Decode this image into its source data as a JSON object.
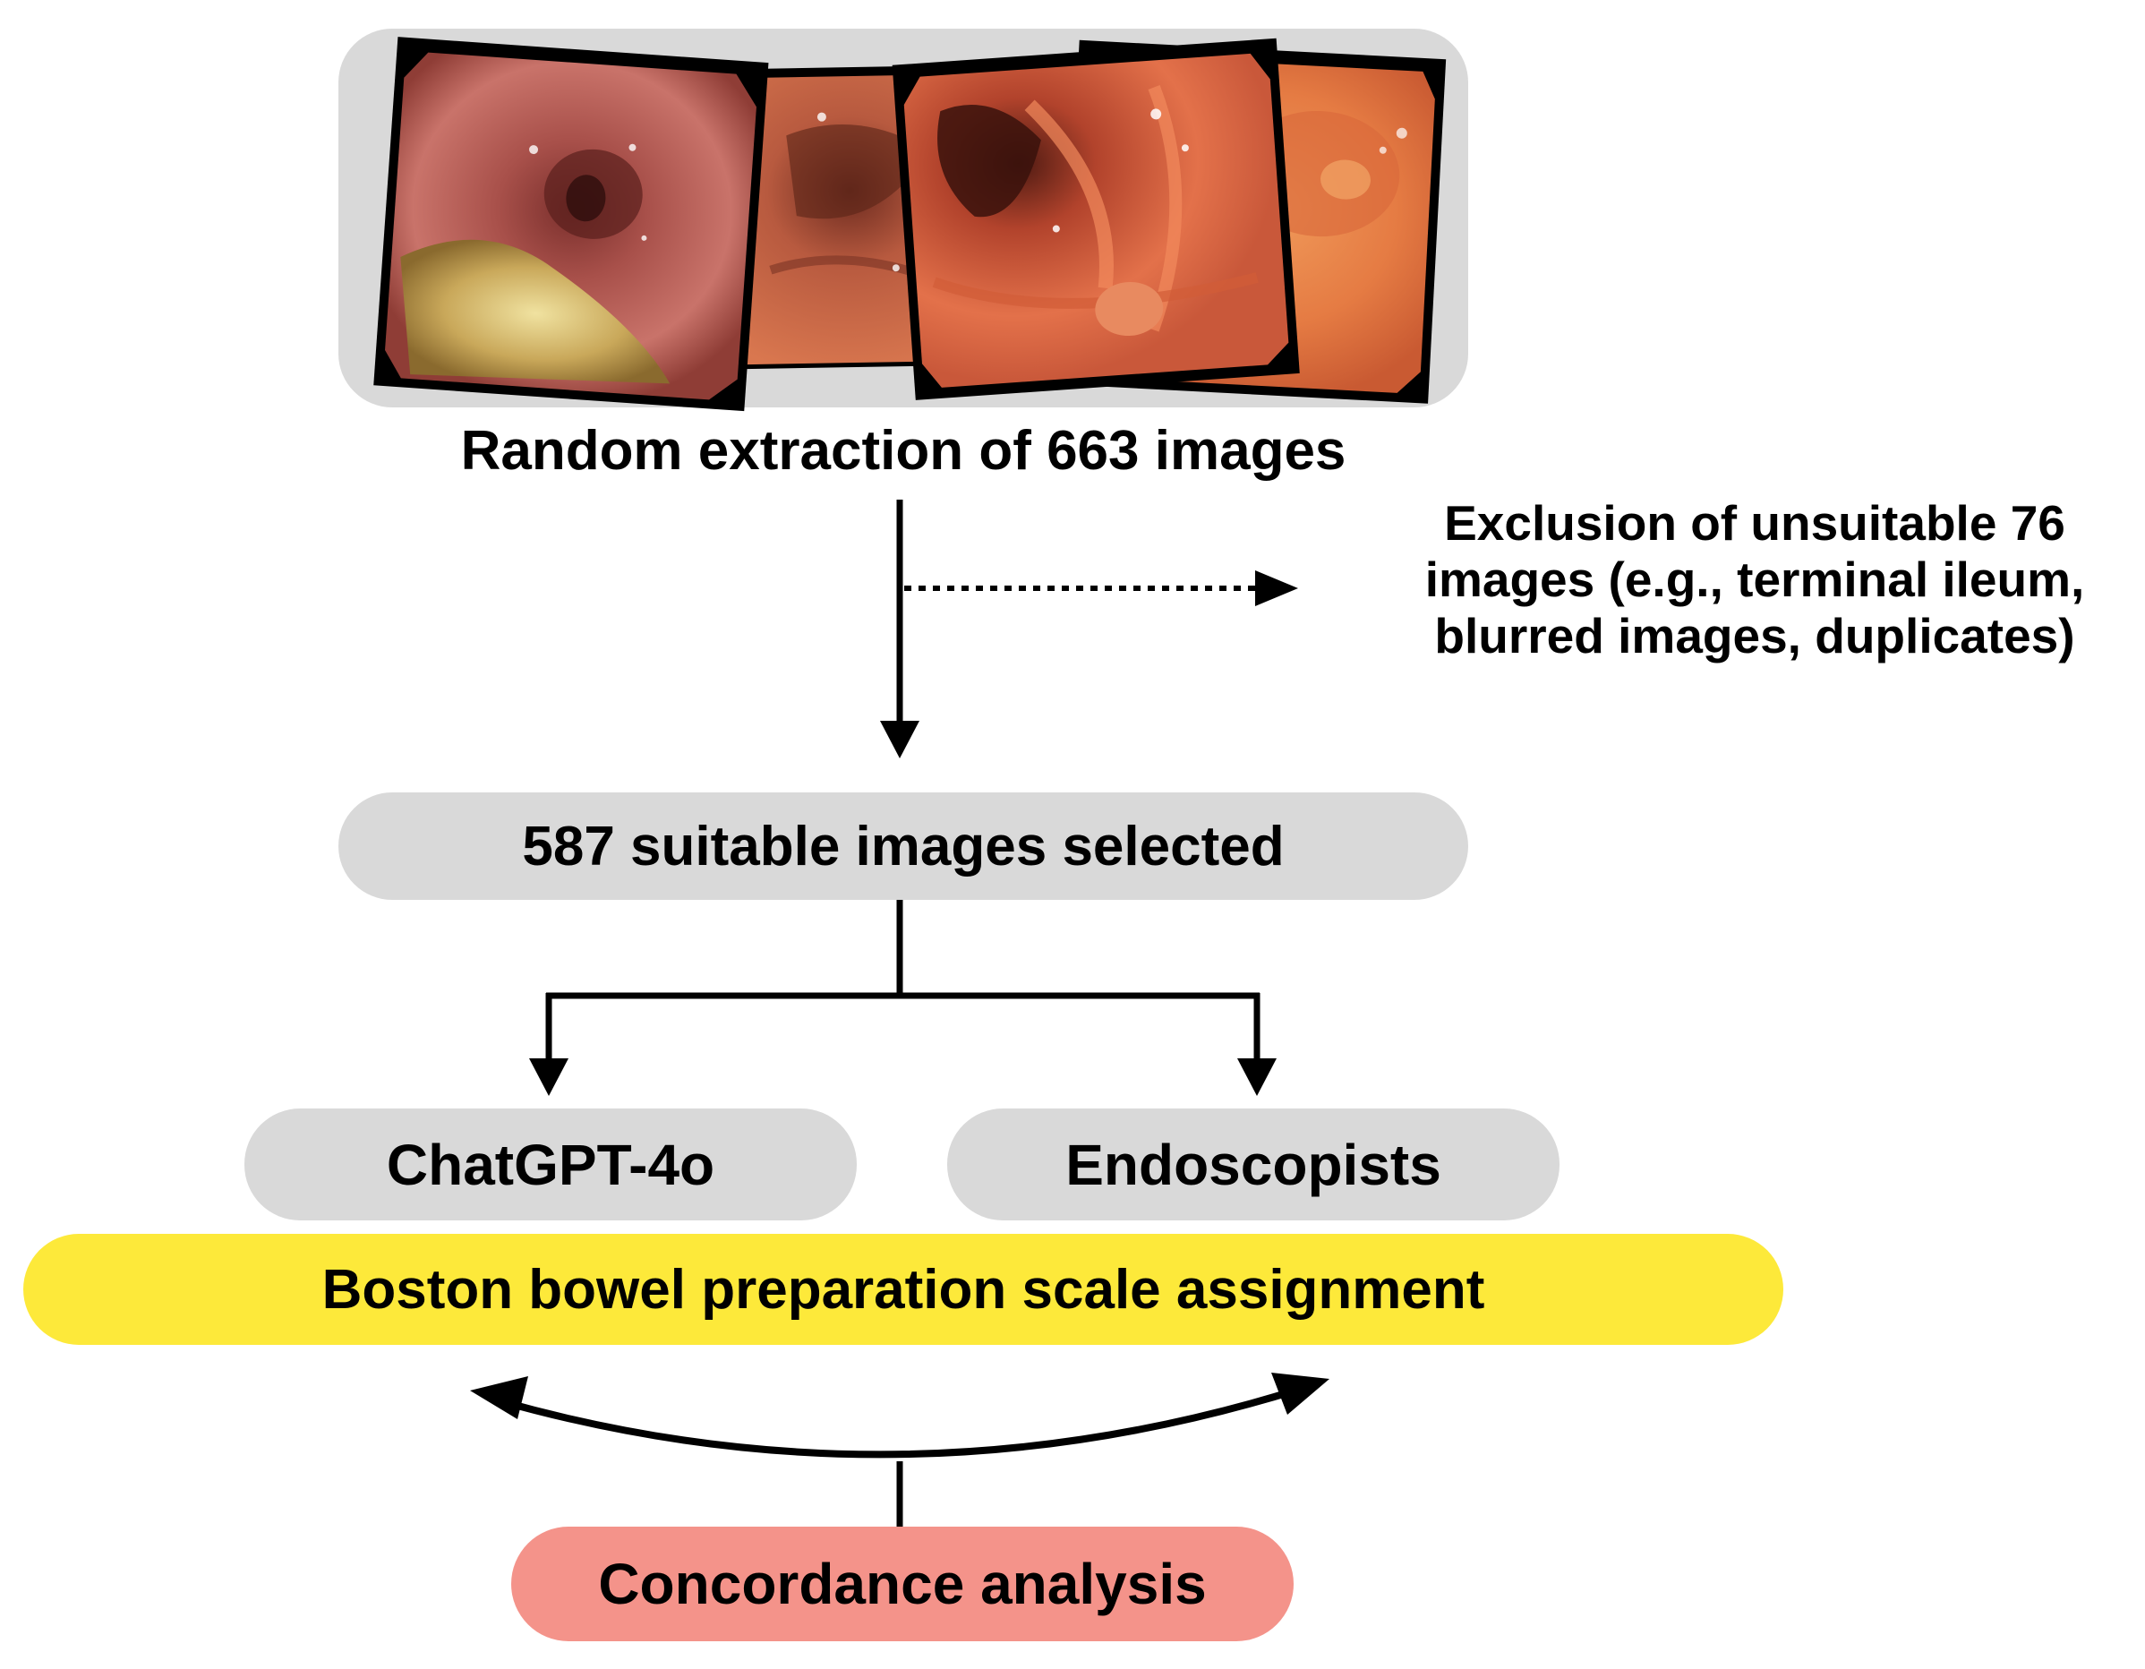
{
  "step1": {
    "label": "Random extraction of 663 images"
  },
  "exclusion": {
    "label": "Exclusion of unsuitable 76 images (e.g., terminal ileum, blurred images, duplicates)"
  },
  "selected": {
    "label": "587 suitable images selected"
  },
  "raters": {
    "chatgpt_label": "ChatGPT-4o",
    "endoscopists_label": "Endoscopists"
  },
  "assignment": {
    "label": "Boston bowel preparation scale assignment"
  },
  "analysis": {
    "label": "Concordance analysis"
  },
  "colors": {
    "box_gray": "#d9d9d9",
    "assignment_yellow": "#fde93a",
    "analysis_salmon": "#f4938a",
    "line": "#000000"
  },
  "images": [
    "colonoscopy-image-1",
    "colonoscopy-image-2",
    "colonoscopy-image-3",
    "colonoscopy-image-4"
  ]
}
